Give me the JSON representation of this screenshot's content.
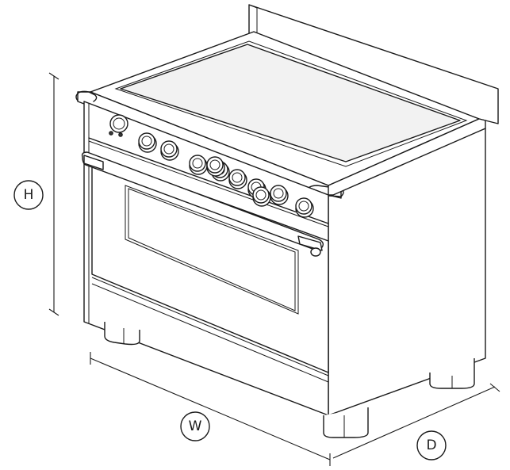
{
  "dimensions": {
    "height_label": "H",
    "width_label": "W",
    "depth_label": "D"
  },
  "appliance": {
    "knob_count": 10,
    "has_clock_dial": true
  }
}
